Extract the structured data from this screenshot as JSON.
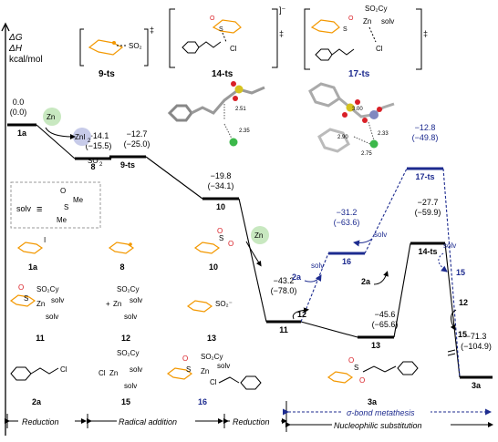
{
  "axis": {
    "dg": "ΔG",
    "dh": "ΔH",
    "unit": "kcal/mol"
  },
  "levels": [
    {
      "id": "1a",
      "g": "0.0",
      "h": "(0.0)",
      "name": "1a"
    },
    {
      "id": "8",
      "g": "−14.1",
      "h": "(−15.5)",
      "name": "8"
    },
    {
      "id": "9ts",
      "g": "−12.7",
      "h": "(−25.0)",
      "name": "9-ts"
    },
    {
      "id": "10",
      "g": "−19.8",
      "h": "(−34.1)",
      "name": "10"
    },
    {
      "id": "11",
      "g": "−43.2",
      "h": "(−78.0)",
      "name": "11"
    },
    {
      "id": "16",
      "g": "−31.2",
      "h": "(−63.6)",
      "name": "16"
    },
    {
      "id": "13",
      "g": "−45.6",
      "h": "(−65.6)",
      "name": "13"
    },
    {
      "id": "17ts",
      "g": "−12.8",
      "h": "(−49.8)",
      "name": "17-ts"
    },
    {
      "id": "14ts",
      "g": "−27.7",
      "h": "(−59.9)",
      "name": "14-ts"
    },
    {
      "id": "3a",
      "g": "−71.3",
      "h": "(−104.9)",
      "name": "3a"
    }
  ],
  "reagents": {
    "zn": "Zn",
    "zni2": "ZnI",
    "zni2_sub": "2",
    "so2": "SO",
    "so2_sub": "2",
    "solv": "solv",
    "two_a": "2a",
    "twelve": "12",
    "fifteen": "15"
  },
  "ts_boxes": {
    "t9": "9-ts",
    "t14": "14-ts",
    "t17": "17-ts",
    "dagger": "‡"
  },
  "distances": [
    "2.51",
    "2.35",
    "3.00",
    "2.90",
    "2.33",
    "2.75"
  ],
  "solv_def": {
    "label": "solv",
    "equiv": "≡",
    "s": "S",
    "o": "O",
    "me1": "Me",
    "me2": "Me"
  },
  "structures": [
    {
      "id": "s1a",
      "label": "1a"
    },
    {
      "id": "s8",
      "label": "8"
    },
    {
      "id": "s10",
      "label": "10"
    },
    {
      "id": "s11",
      "label": "11"
    },
    {
      "id": "s12",
      "label": "12"
    },
    {
      "id": "s13",
      "label": "13"
    },
    {
      "id": "s2a",
      "label": "2a"
    },
    {
      "id": "s15",
      "label": "15"
    },
    {
      "id": "s16",
      "label": "16"
    },
    {
      "id": "s3a",
      "label": "3a"
    }
  ],
  "struct_text": {
    "so2cy": "SO₂Cy",
    "zn": "Zn",
    "solv": "solv",
    "cl": "Cl",
    "so2minus": "SO₂⁻",
    "plus": "+",
    "s": "S",
    "o": "O",
    "i": "I"
  },
  "phases": {
    "reduction1": "Reduction",
    "radical": "Radical addition",
    "reduction2": "Reduction",
    "metathesis": "σ-bond metathesis",
    "nucleophilic": "Nucleophilic substitution"
  },
  "colors": {
    "orange": "#f39800",
    "blue": "#1d2b8f",
    "green": "#c8e8c0",
    "zni": "#c7cbe9",
    "red": "#d92027",
    "yellow": "#d6c31f"
  }
}
